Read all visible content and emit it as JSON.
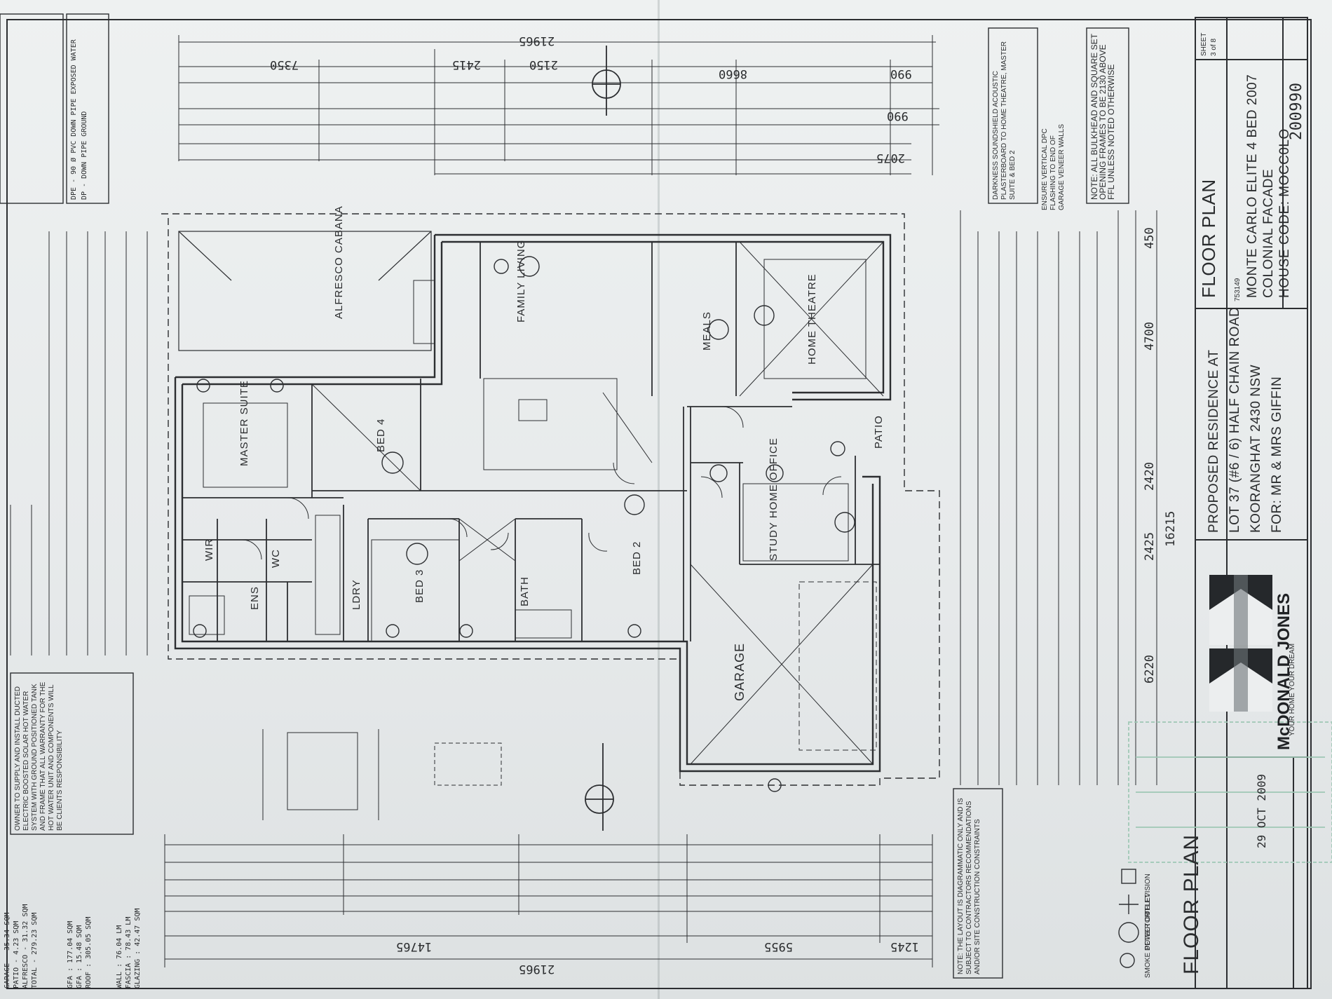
{
  "sheet": {
    "label": "FLOOR PLAN",
    "number_label": "SHEET",
    "number_value": "3 of 8"
  },
  "rooms": {
    "alfresco": "ALFRESCO CABANA",
    "family": "FAMILY LIVING",
    "meals": "MEALS",
    "theatre": "HOME THEATRE",
    "master": "MASTER SUITE",
    "bed4": "BED 4",
    "bed3": "BED 3",
    "bed2": "BED 2",
    "study": "STUDY HOME OFFICE",
    "garage": "GARAGE",
    "patio": "PATIO",
    "ldry": "LDRY",
    "bath": "BATH",
    "wc": "WC",
    "ens": "ENS",
    "wir": "WIR"
  },
  "dimensions": {
    "top_overall": "21965",
    "top_left": "7350",
    "top_mid_a": "2415",
    "top_mid_b": "2150",
    "top_right": "8660",
    "top_end": "990",
    "top_end_b": "990",
    "top_row3_end": "2075",
    "bottom_overall": "21965",
    "bottom_left": "14765",
    "bottom_mid": "5955",
    "bottom_right": "1245",
    "right_a": "450",
    "right_b": "4700",
    "right_c": "2420",
    "right_d": "2425",
    "right_overall": "16215",
    "right_e": "6220"
  },
  "areas": [
    "GARAGE - 35.34 SQM",
    "PATIO - 4.23 SQM",
    "ALFRESCO - 31.32 SQM",
    "TOTAL - 279.23 SQM",
    "GFA : 177.04 SQM",
    "GFA : 15.48 SQM",
    "ROOF : 305.05 SQM",
    "WALL : 76.04 LM",
    "FASCIA : 78.43 LM",
    "GLAZING : 42.47 SQM"
  ],
  "owner_note": "OWNER TO SUPPLY AND INSTALL DUCTED ELECTRIC BOOSTED SOLAR HOT WATER SYSTEM WITH GROUND POSITIONED TANK AND FRAME THAT ALL WARRANTY FOR THE HOT WATER UNIT AND COMPONENTS WILL BE CLIENTS RESPONSIBILITY",
  "dpe_note": "DPE - 90 Ø PVC DOWN PIPE EXPOSED WATER",
  "dp_note": "DP - DOWN PIPE GROUND",
  "note_top": "DARKNESS SOUNDSHIELD ACOUSTIC PLASTERBOARD TO HOME THEATRE, MASTER SUITE & BED 2",
  "note_dpc": "ENSURE VERTICAL DPC FLASHING TO END OF GARAGE VENEER WALLS",
  "note_bulkhead": "NOTE: ALL BULKHEAD AND SQUARE SET OPENING FRAMES TO BE 2130 ABOVE FFL UNLESS NOTED OTHERWISE",
  "note_layout": "NOTE: THE LAYOUT IS DIAGRAMMATIC ONLY AND IS SUBJECT TO CONTRACTORS RECOMMENDATIONS AND/OR SITE CONSTRUCTION CONSTRAINTS",
  "legend": [
    "SMOKE DETECTOR",
    "POWER OUTLET",
    "TELEVISION"
  ],
  "title_block": {
    "project_lines": [
      "PROPOSED RESIDENCE AT",
      "LOT 37 (#6 / 6) HALF CHAIN ROAD",
      "KOORANGHAT 2430 NSW",
      "FOR: MR & MRS GIFFIN"
    ],
    "job_no": "753149",
    "design_lines": [
      "MONTE CARLO ELITE 4 BED 2007",
      "COLONIAL FACADE",
      "HOUSE CODE: MOCC0LO"
    ],
    "contract": "200990",
    "date_stamp": "29 OCT 2009",
    "plan_label": "FLOOR PLAN"
  },
  "brand": {
    "name": "McDONALD JONES",
    "tagline": "YOUR HOME YOUR DREAM"
  },
  "colors": {
    "ink": "#2c2e31",
    "paper": "#eceeef",
    "stamp": "#9dc7b4"
  }
}
